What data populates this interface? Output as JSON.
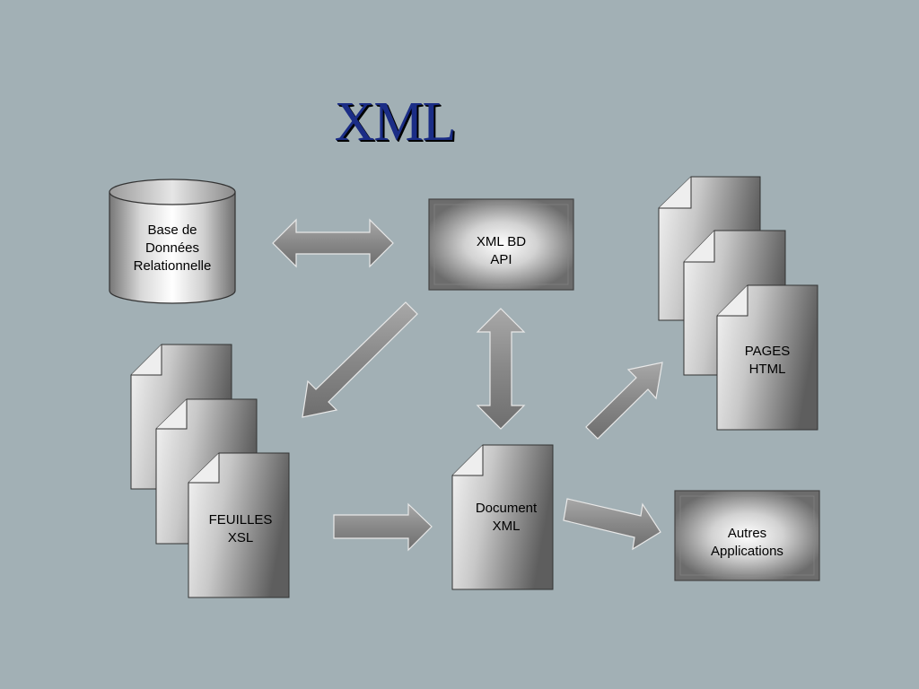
{
  "title": "XML",
  "nodes": {
    "database": {
      "lines": [
        "Base de",
        "Données",
        "Relationnelle"
      ]
    },
    "api": {
      "lines": [
        "XML BD",
        "API"
      ]
    },
    "pages": {
      "lines": [
        "PAGES",
        "HTML"
      ]
    },
    "stylesheets": {
      "lines": [
        "FEUILLES",
        "XSL"
      ]
    },
    "document": {
      "lines": [
        "Document",
        "XML"
      ]
    },
    "apps": {
      "lines": [
        "Autres",
        "Applications"
      ]
    }
  },
  "colors": {
    "background": "#a2b0b5",
    "title": "#1b2d86",
    "arrow": "#8a8a8a"
  }
}
